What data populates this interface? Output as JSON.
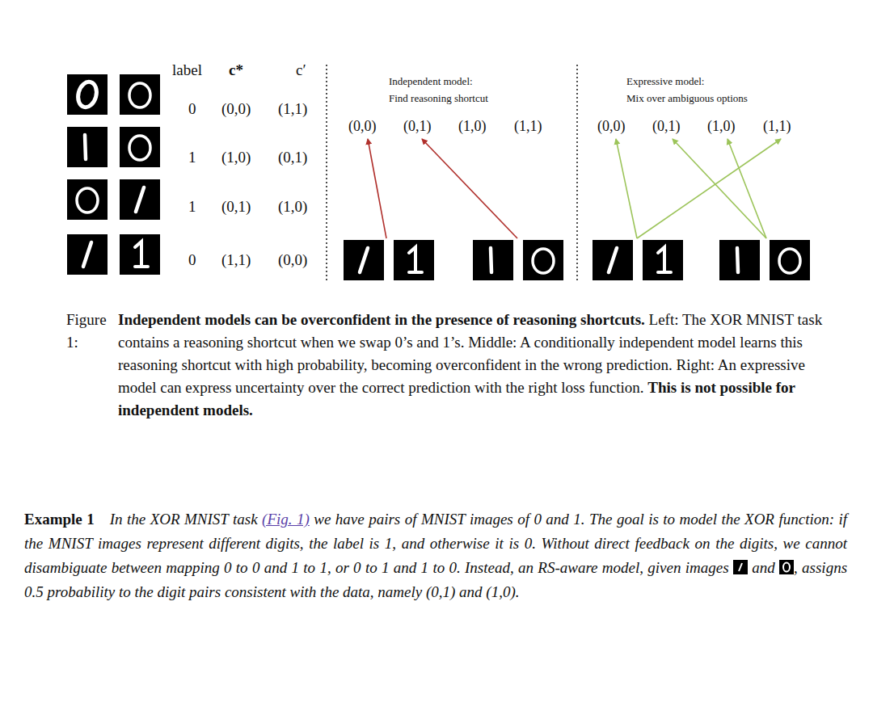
{
  "diagram": {
    "labels": [
      "label",
      "c*",
      "c′",
      "0",
      "(0,0)",
      "(1,1)",
      "1",
      "(1,0)",
      "(0,1)",
      "1",
      "(0,1)",
      "(1,0)",
      "0",
      "(1,1)",
      "(0,0)",
      "Independent model:",
      "Find reasoning shortcut",
      "(0,0)",
      "(0,1)",
      "(1,0)",
      "(1,1)",
      "Expressive model:",
      "Mix over ambiguous options",
      "(0,0)",
      "(0,1)",
      "(1,0)",
      "(1,1)",
      "Figure 1:",
      "Independent models can be overconfident in the presence of reasoning shortcuts.",
      "Left: The XOR MNIST task contains a reasoning shortcut when we swap 0’s and 1’s. Middle: A conditionally independent model learns this reasoning shortcut with high probability, becoming overconfident in the wrong prediction. Right: An expressive model can express uncertainty over the correct prediction with the right loss function.",
      "This is not possible for independent models.",
      "Example 1",
      "In the XOR MNIST task",
      "(Fig. 1)",
      "we have pairs of MNIST images of 0 and 1. The goal is to model the XOR function: if the MNIST images represent different digits, the label is 1, and otherwise it is 0. Without direct feedback on the digits, we cannot disambiguate between mapping 0 to 0 and 1 to 1, or 0 to 1 and 1 to 0. Instead, an RS-aware model, given images",
      "and",
      ", assigns 0.5 probability to the digit pairs consistent with the data, namely (0,1) and (1,0)."
    ]
  }
}
